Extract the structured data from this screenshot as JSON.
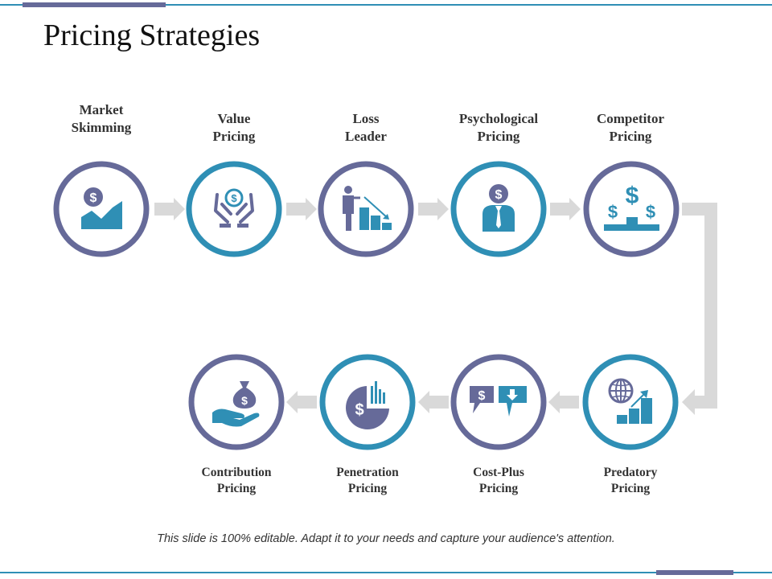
{
  "title": "Pricing Strategies",
  "footer": "This slide is 100% editable. Adapt it to your needs and capture your audience's attention.",
  "colors": {
    "purple": "#666a99",
    "blue": "#2f8fb5",
    "arrow": "#d9d9d9",
    "accent_bar": "#666a99",
    "rule": "#2f8fb5"
  },
  "steps": [
    {
      "line1": "Market",
      "line2": "Skimming",
      "icon": "dollar-chart-icon"
    },
    {
      "line1": "Value",
      "line2": "Pricing",
      "icon": "hands-dollar-icon"
    },
    {
      "line1": "Loss",
      "line2": "Leader",
      "icon": "man-declining-chart-icon"
    },
    {
      "line1": "Psychological",
      "line2": "Pricing",
      "icon": "businessman-dollar-icon"
    },
    {
      "line1": "Competitor",
      "line2": "Pricing",
      "icon": "dollar-podium-icon"
    },
    {
      "line1": "Predatory",
      "line2": "Pricing",
      "icon": "globe-growth-chart-icon"
    },
    {
      "line1": "Cost-Plus",
      "line2": "Pricing",
      "icon": "speech-bubbles-icon"
    },
    {
      "line1": "Penetration",
      "line2": "Pricing",
      "icon": "pie-chart-dollar-icon"
    },
    {
      "line1": "Contribution",
      "line2": "Pricing",
      "icon": "hand-money-bag-icon"
    }
  ]
}
